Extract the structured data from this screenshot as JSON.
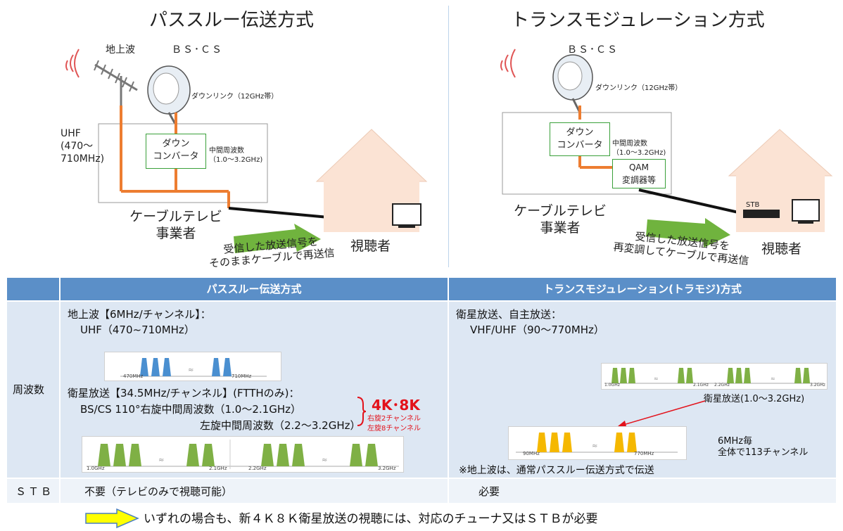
{
  "left": {
    "title": "パススルー伝送方式",
    "terrestrial": "地上波",
    "bscs": "ＢＳ･ＣＳ",
    "downlink": "ダウンリンク（12GHz帯）",
    "uhf": "UHF\n(470～\n710MHz)",
    "converter": "ダウン\nコンバータ",
    "if_label": "中間周波数\n（1.0～3.2GHz)",
    "operator": "ケーブルテレビ\n事業者",
    "arrow_text": "受信した放送信号を\nそのままケーブルで再送信",
    "viewer": "視聴者"
  },
  "right": {
    "title": "トランスモジュレーション方式",
    "bscs": "ＢＳ･ＣＳ",
    "downlink": "ダウンリンク（12GHz帯）",
    "converter": "ダウン\nコンバータ",
    "if_label": "中間周波数\n（1.0～3.2GHz)",
    "qam": "QAM\n変調器等",
    "stb": "STB",
    "operator": "ケーブルテレビ\n事業者",
    "arrow_text": "受信した放送信号を\n再変調してケーブルで再送信",
    "viewer": "視聴者"
  },
  "table": {
    "col1": "パススルー伝送方式",
    "col2": "トランスモジュレーション(トラモジ)方式",
    "row_freq": "周波数",
    "row_stb": "ＳＴＢ",
    "pass_terr_1": "地上波【6MHz/チャンネル】：",
    "pass_terr_2": "UHF（470~710MHz）",
    "pass_sat_1": "衛星放送【34.5MHz/チャンネル】(FTTHのみ)：",
    "pass_sat_2": "BS/CS 110°右旋中間周波数（1.0～2.1GHz）",
    "pass_sat_3": "左旋中間周波数（2.2～3.2GHz）",
    "k48": "4K･8K",
    "k48_r": "右旋2チャンネル",
    "k48_l": "左旋8チャンネル",
    "trans_1": "衛星放送、自主放送：",
    "trans_2": "VHF/UHF（90～770MHz）",
    "trans_sat": "衛星放送(1.0～3.2GHz)",
    "trans_per": "6MHz毎",
    "trans_total": "全体で113チャンネル",
    "trans_note": "※地上波は、通常パススルー伝送方式で伝送",
    "stb_pass": "不要（テレビのみで視聴可能）",
    "stb_trans": "必要",
    "f470": "470MHz",
    "f710": "710MHz",
    "g10": "1.0GHz",
    "g21": "2.1GHz",
    "g22": "2.2GHz",
    "g32": "3.2GHz",
    "f90": "90MHz",
    "f770": "770MHz"
  },
  "footer": "いずれの場合も、新４Ｋ８Ｋ衛星放送の視聴には、対応のチューナ又はＳＴＢが必要",
  "colors": {
    "header": "#5b8fc8",
    "cell": "#dde7f3",
    "cable": "#ed7d31",
    "box": "#3aa03a",
    "blue": "#4a8fd0",
    "green": "#7fb045",
    "yellow": "#f5b800",
    "red": "#e3121b"
  }
}
